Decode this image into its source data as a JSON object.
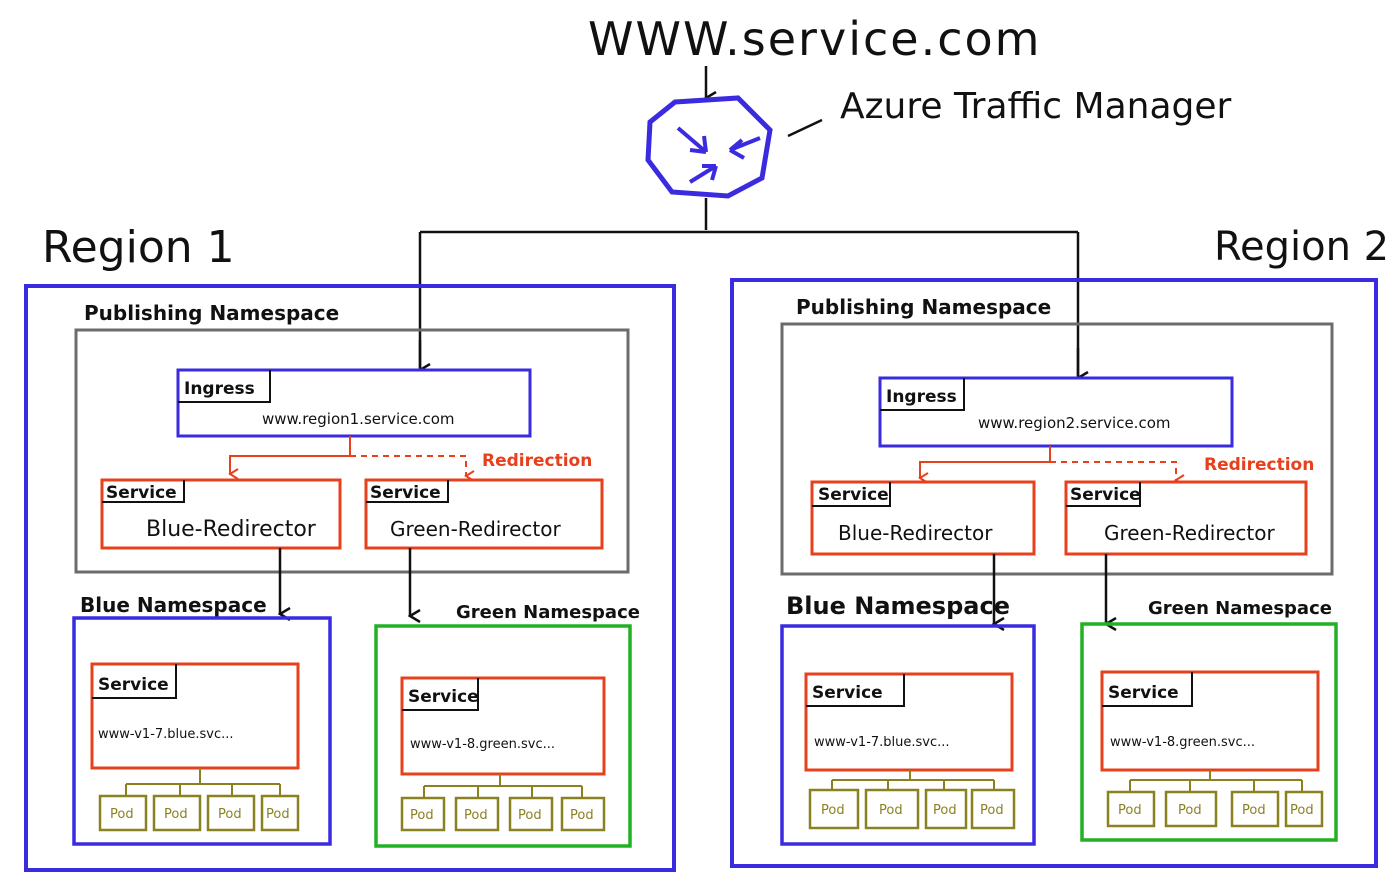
{
  "header": {
    "domain": "WWW.service.com",
    "traffic_manager_label": "Azure Traffic Manager"
  },
  "colors": {
    "blue": "#3a2be0",
    "red": "#e8401c",
    "green": "#22b024",
    "gray": "#6e6a6a",
    "olive": "#8a8220"
  },
  "regions": [
    {
      "label": "Region 1",
      "publishing_namespace": "Publishing Namespace",
      "ingress": {
        "tag": "Ingress",
        "url": "www.region1.service.com"
      },
      "redirection_label": "Redirection",
      "blue_redirector": {
        "tag": "Service",
        "name": "Blue-Redirector"
      },
      "green_redirector": {
        "tag": "Service",
        "name": "Green-Redirector"
      },
      "blue_namespace": {
        "label": "Blue Namespace",
        "service_tag": "Service",
        "service_url": "www-v1-7.blue.svc...",
        "pods": [
          "Pod",
          "Pod",
          "Pod",
          "Pod"
        ]
      },
      "green_namespace": {
        "label": "Green Namespace",
        "service_tag": "Service",
        "service_url": "www-v1-8.green.svc...",
        "pods": [
          "Pod",
          "Pod",
          "Pod",
          "Pod"
        ]
      }
    },
    {
      "label": "Region 2",
      "publishing_namespace": "Publishing Namespace",
      "ingress": {
        "tag": "Ingress",
        "url": "www.region2.service.com"
      },
      "redirection_label": "Redirection",
      "blue_redirector": {
        "tag": "Service",
        "name": "Blue-Redirector"
      },
      "green_redirector": {
        "tag": "Service",
        "name": "Green-Redirector"
      },
      "blue_namespace": {
        "label": "Blue Namespace",
        "service_tag": "Service",
        "service_url": "www-v1-7.blue.svc...",
        "pods": [
          "Pod",
          "Pod",
          "Pod",
          "Pod"
        ]
      },
      "green_namespace": {
        "label": "Green Namespace",
        "service_tag": "Service",
        "service_url": "www-v1-8.green.svc...",
        "pods": [
          "Pod",
          "Pod",
          "Pod",
          "Pod"
        ]
      }
    }
  ]
}
